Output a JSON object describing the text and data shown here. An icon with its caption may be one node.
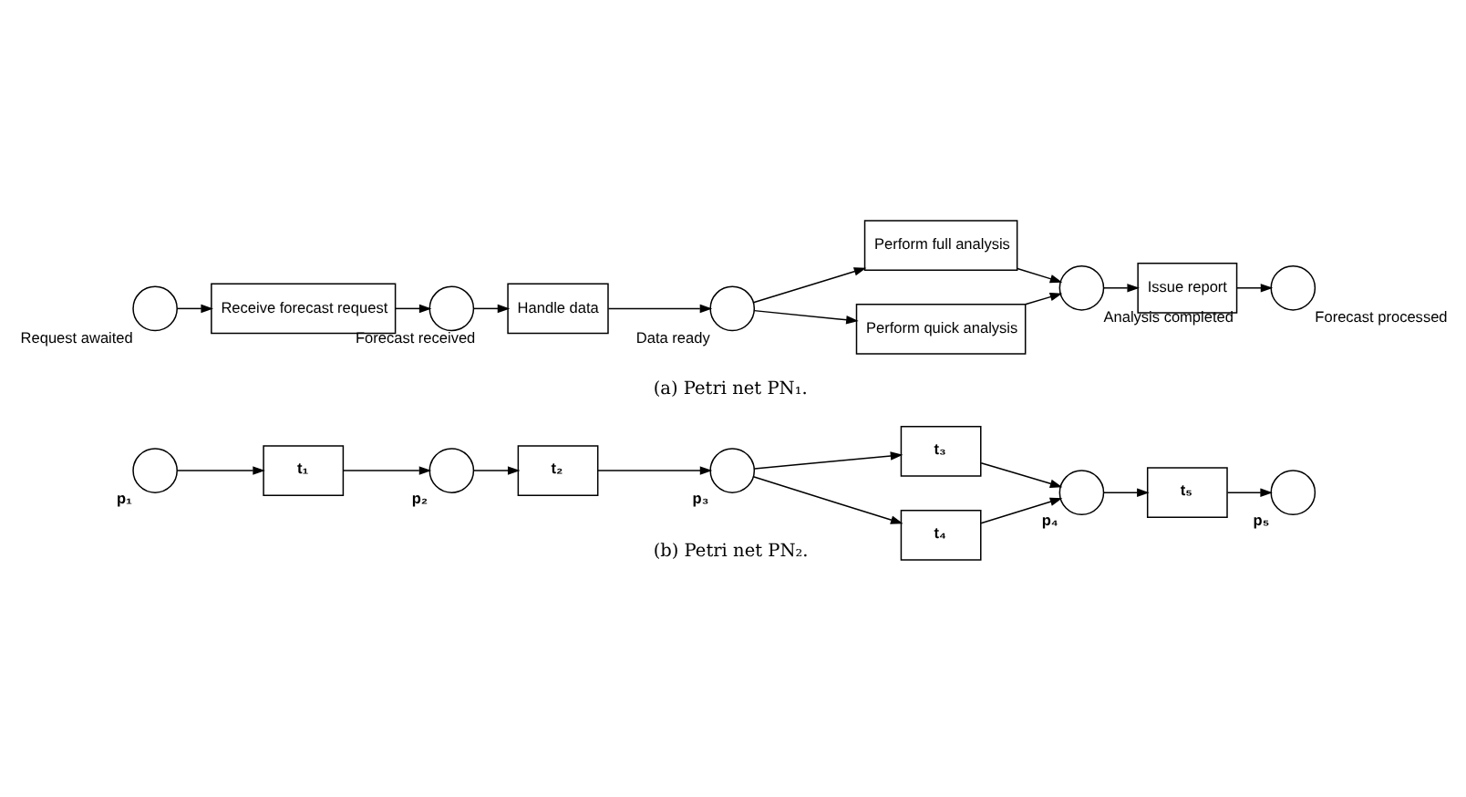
{
  "diagram": {
    "nodes": [
      {
        "text": [],
        "shape": "circle",
        "beside": [
          "Request awaited"
        ]
      },
      {
        "text": [
          "Receive forecast request"
        ]
      },
      {
        "text": [],
        "shape": "circle",
        "beside": [
          "Forecast received"
        ]
      },
      {
        "text": [
          "Handle data"
        ]
      },
      {
        "text": [],
        "shape": "circle",
        "beside": [
          "Data ready"
        ]
      },
      {
        "text": [
          "Perform full analysis"
        ]
      },
      {
        "text": [
          "Perform quick analysis"
        ]
      },
      {
        "text": [],
        "shape": "circle",
        "beside": [
          "Analysis completed"
        ]
      },
      {
        "text": [
          "Issue report"
        ]
      },
      {
        "text": [],
        "shape": "circle",
        "beside": [
          "Forecast processed"
        ]
      },
      {
        "text": [],
        "shape": "circle",
        "beside": [
          "p₁"
        ]
      },
      {
        "text": [
          "t₁"
        ]
      },
      {
        "text": [],
        "shape": "circle",
        "beside": [
          "p₂"
        ]
      },
      {
        "text": [
          "t₂"
        ]
      },
      {
        "text": [],
        "shape": "circle",
        "beside": [
          "p₃"
        ]
      },
      {
        "text": [
          "t₃"
        ]
      },
      {
        "text": [
          "t₄"
        ]
      },
      {
        "text": [],
        "shape": "circle",
        "beside": [
          "p₄"
        ]
      },
      {
        "text": [
          "t₅"
        ]
      },
      {
        "text": [],
        "shape": "circle",
        "beside": [
          "p₅"
        ]
      }
    ],
    "edges": [
      {
        "from": 0,
        "to": 1,
        "arrow": "to"
      },
      {
        "from": 1,
        "to": 2,
        "arrow": "to"
      },
      {
        "from": 2,
        "to": 3,
        "arrow": "to"
      },
      {
        "from": 3,
        "to": 4,
        "arrow": "to"
      },
      {
        "from": 4,
        "to": 5,
        "arrow": "to"
      },
      {
        "from": 4,
        "to": 6,
        "arrow": "to"
      },
      {
        "from": 5,
        "to": 7,
        "arrow": "to"
      },
      {
        "from": 6,
        "to": 7,
        "arrow": "to"
      },
      {
        "from": 7,
        "to": 8,
        "arrow": "to"
      },
      {
        "from": 8,
        "to": 9,
        "arrow": "to"
      },
      {
        "from": 10,
        "to": 11,
        "arrow": "to"
      },
      {
        "from": 11,
        "to": 12,
        "arrow": "to"
      },
      {
        "from": 12,
        "to": 13,
        "arrow": "to"
      },
      {
        "from": 13,
        "to": 14,
        "arrow": "to"
      },
      {
        "from": 14,
        "to": 15,
        "arrow": "to"
      },
      {
        "from": 14,
        "to": 16,
        "arrow": "to"
      },
      {
        "from": 15,
        "to": 17,
        "arrow": "to"
      },
      {
        "from": 16,
        "to": 17,
        "arrow": "to"
      },
      {
        "from": 17,
        "to": 18,
        "arrow": "to"
      },
      {
        "from": 18,
        "to": 19,
        "arrow": "to"
      }
    ],
    "labels": [
      "(a) Petri net PN₁.",
      "(b) Petri net PN₂."
    ]
  }
}
